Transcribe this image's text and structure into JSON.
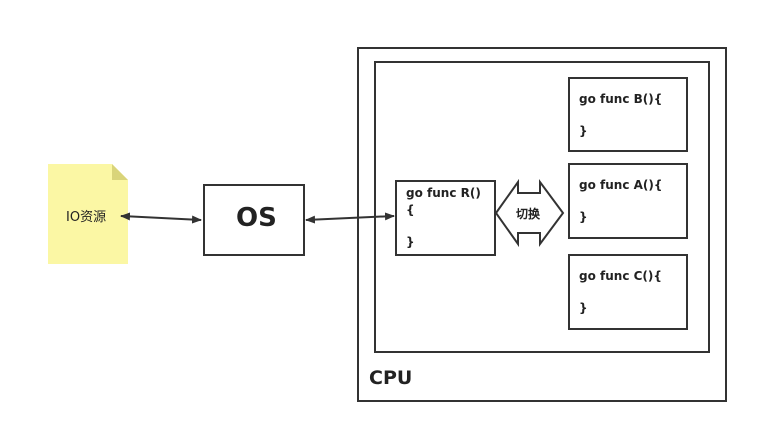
{
  "io_note": {
    "label": "IO资源",
    "fill": "#fbf7a4",
    "fold": "#d9d47a"
  },
  "os_box": {
    "label": "OS"
  },
  "cpu_box": {
    "label": "CPU"
  },
  "func_r": {
    "line1": "go func R()",
    "line2": "{",
    "line3": "}"
  },
  "switch": {
    "label": "切换"
  },
  "func_b": {
    "line1": "go func B(){",
    "line2": "}"
  },
  "func_a": {
    "line1": "go func A(){",
    "line2": "}"
  },
  "func_c": {
    "line1": "go func C(){",
    "line2": "}"
  },
  "colors": {
    "stroke": "#333333"
  }
}
